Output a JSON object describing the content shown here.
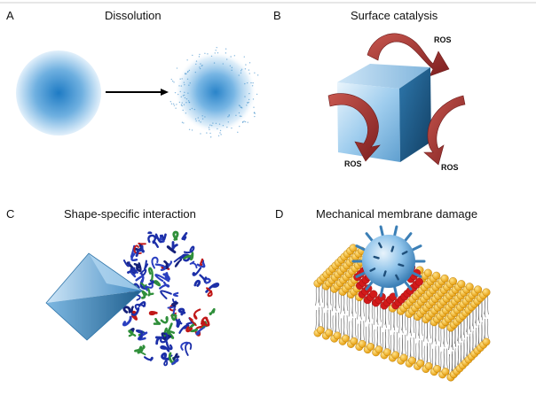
{
  "panels": [
    {
      "letter": "A",
      "title": "Dissolution"
    },
    {
      "letter": "B",
      "title": "Surface catalysis"
    },
    {
      "letter": "C",
      "title": "Shape-specific interaction"
    },
    {
      "letter": "D",
      "title": "Mechanical membrane damage"
    }
  ],
  "ros_label": "ROS",
  "colors": {
    "particle_center": "#1e7bc4",
    "particle_edge": "#d9ebf8",
    "arrow_red": "#9b2b2b",
    "cube_front": "#8cc0e6",
    "cube_side": "#1f5f8e",
    "lipid_head": "#f5b017",
    "protein_blue": "#1c2fa8",
    "protein_red": "#c01818",
    "protein_green": "#2f8f3a"
  }
}
